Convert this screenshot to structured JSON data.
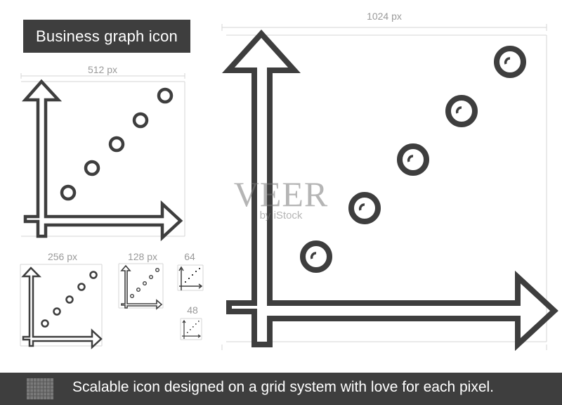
{
  "title": "Business graph icon",
  "variants": {
    "large": {
      "size_label": "1024 px"
    },
    "medium": {
      "size_label": "512 px"
    },
    "small": {
      "size_label": "256 px"
    },
    "xsmall": {
      "size_label": "128 px"
    },
    "tiny": {
      "size_label": "64"
    },
    "micro": {
      "size_label": "48"
    }
  },
  "watermark": {
    "brand": "VEER",
    "sub": "by iStock"
  },
  "footer": {
    "text": "Scalable icon designed on a grid system with love for each pixel."
  },
  "colors": {
    "dark": "#3e3e3e",
    "guide": "#d6d6d6",
    "label": "#9a9a9a"
  },
  "icon_name": "business-graph-icon"
}
